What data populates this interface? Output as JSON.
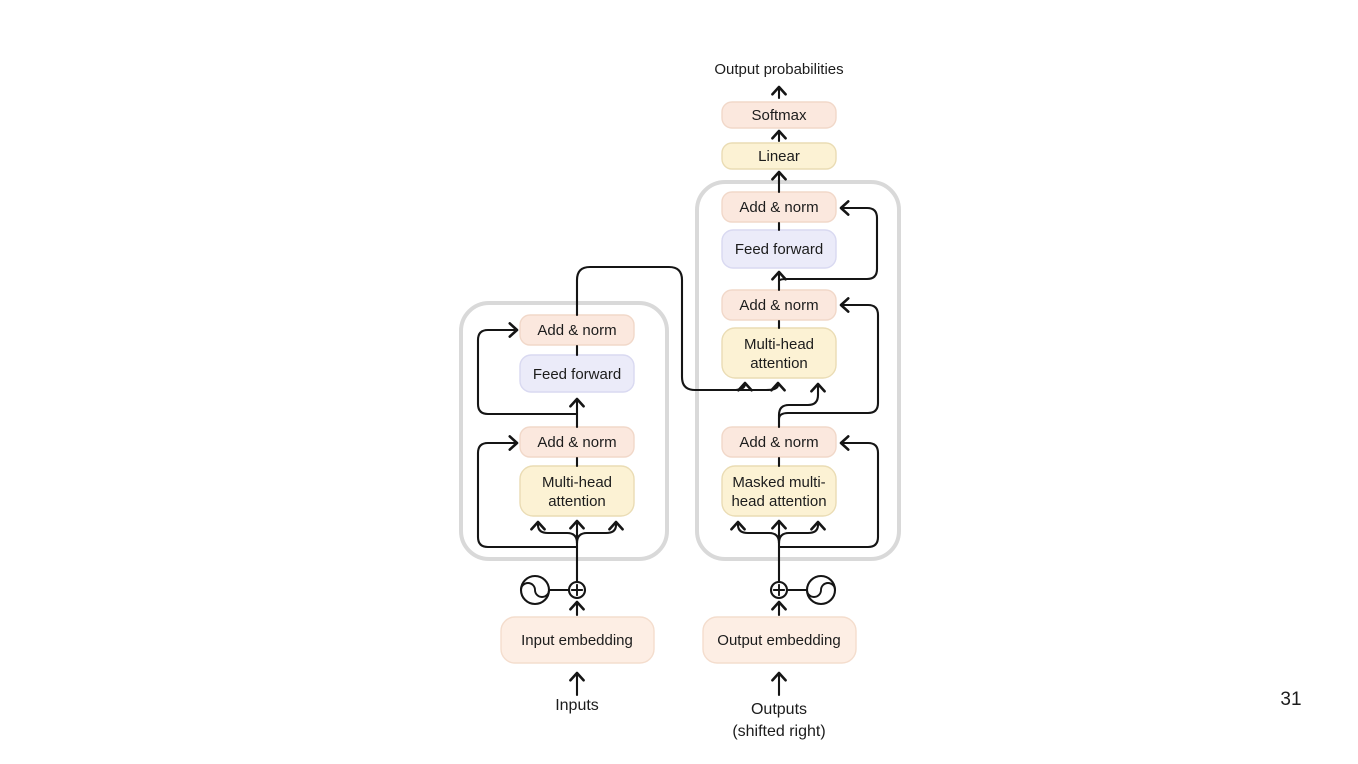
{
  "page": {
    "number": "31"
  },
  "colors": {
    "background": "#ffffff",
    "line": "#151515",
    "container_border": "#d9d9d9",
    "container_fill": "#ffffff",
    "box_peach_fill": "#fbe8de",
    "box_yellow_fill": "#fcf2d4",
    "box_lavender_fill": "#ebebf9",
    "box_embed_fill": "#fdeee4",
    "text": "#1c1c1c"
  },
  "labels": {
    "output_probabilities": "Output probabilities",
    "softmax": "Softmax",
    "linear": "Linear",
    "add_norm": "Add & norm",
    "feed_forward": "Feed forward",
    "mha_1": "Multi-head",
    "mha_2": "attention",
    "masked_mha_1": "Masked multi-",
    "masked_mha_2": "head attention",
    "input_embedding": "Input embedding",
    "output_embedding": "Output embedding",
    "inputs": "Inputs",
    "outputs_1": "Outputs",
    "outputs_2": "(shifted right)"
  },
  "diagram": {
    "type": "transformer-architecture",
    "encoder_stack_bottom_to_top": [
      "Multi-head attention",
      "Add & norm",
      "Feed forward",
      "Add & norm"
    ],
    "decoder_stack_bottom_to_top": [
      "Masked multi-head attention",
      "Add & norm",
      "Multi-head attention",
      "Add & norm",
      "Feed forward",
      "Add & norm"
    ],
    "output_head_bottom_to_top": [
      "Linear",
      "Softmax",
      "Output probabilities"
    ],
    "encoder_input": "Input embedding + positional encoding of Inputs",
    "decoder_input": "Output embedding + positional encoding of Outputs (shifted right)"
  }
}
